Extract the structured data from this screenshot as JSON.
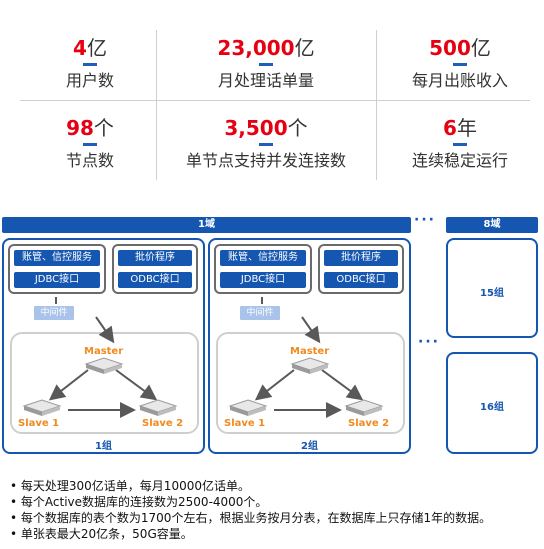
{
  "stats": [
    {
      "num": "4",
      "unit": "亿",
      "label": "用户数"
    },
    {
      "num": "23,000",
      "unit": "亿",
      "label": "月处理话单量"
    },
    {
      "num": "500",
      "unit": "亿",
      "label": "每月出账收入"
    },
    {
      "num": "98",
      "unit": "个",
      "label": "节点数"
    },
    {
      "num": "3,500",
      "unit": "个",
      "label": "单节点支持并发连接数"
    },
    {
      "num": "6",
      "unit": "年",
      "label": "连续稳定运行"
    }
  ],
  "domains": {
    "domain1": "1域",
    "domain8": "8域",
    "ellipsis": "···"
  },
  "groups": [
    {
      "label": "1组",
      "billing": "账管、信控服务",
      "jdbc": "JDBC接口",
      "batch": "批价程序",
      "odbc": "ODBC接口",
      "middleware": "中间件",
      "master": "Master",
      "slave1": "Slave 1",
      "slave2": "Slave 2"
    },
    {
      "label": "2组",
      "billing": "账管、信控服务",
      "jdbc": "JDBC接口",
      "batch": "批价程序",
      "odbc": "ODBC接口",
      "middleware": "中间件",
      "master": "Master",
      "slave1": "Slave 1",
      "slave2": "Slave 2"
    }
  ],
  "side_groups": [
    "15组",
    "16组"
  ],
  "bullets": [
    "每天处理300亿话单，每月10000亿话单。",
    "每个Active数据库的连接数为2500-4000个。",
    "每个数据库的表个数为1700个左右，根据业务按月分表，在数据库上只存储1年的数据。",
    "单张表最大20亿条，50G容量。"
  ],
  "colors": {
    "accent": "#1556b0",
    "number": "#e60012",
    "node": "#f08a1e"
  }
}
